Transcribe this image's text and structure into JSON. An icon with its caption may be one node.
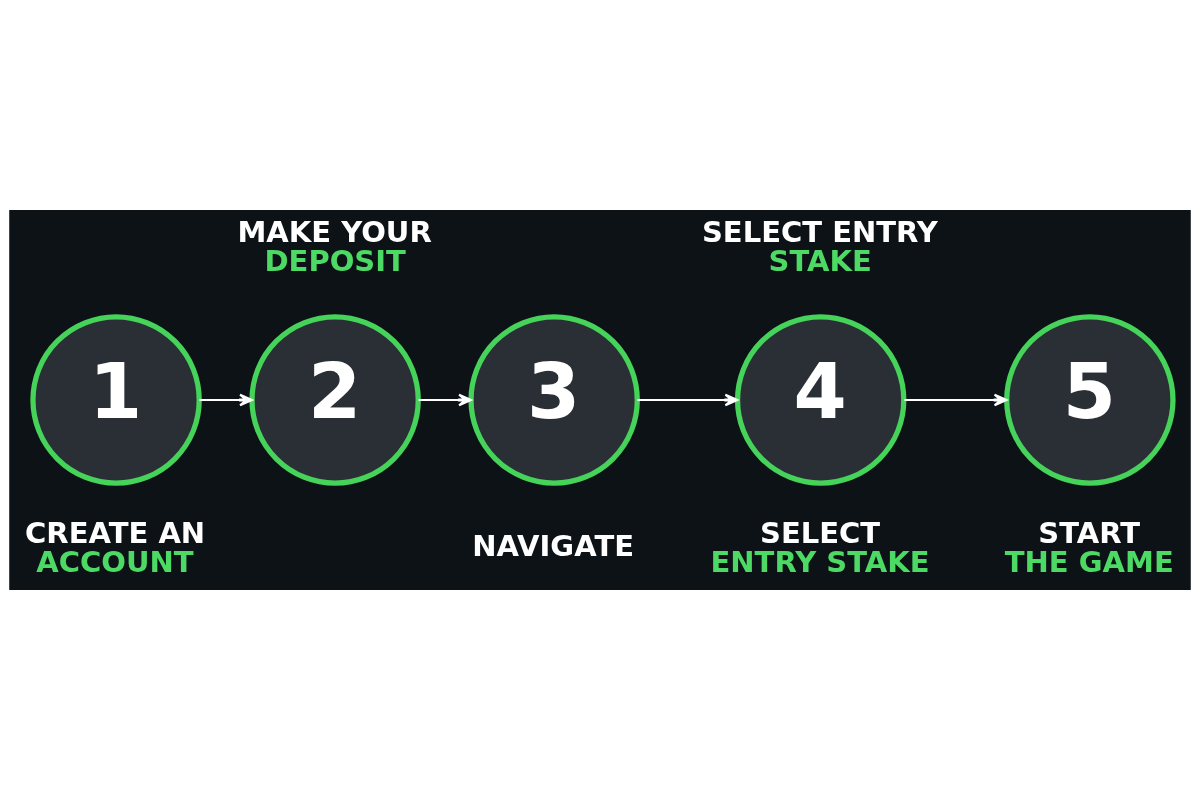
{
  "diagram": {
    "nodes": [
      {
        "text": [
          "1"
        ],
        "beside": [
          "CREATE AN ACCOUNT"
        ]
      },
      {
        "text": [
          "2"
        ],
        "beside": [
          "MAKE YOUR DEPOSIT"
        ]
      },
      {
        "text": [
          "3"
        ],
        "beside": [
          "NAVIGATE"
        ]
      },
      {
        "text": [
          "4"
        ],
        "beside": [
          "SELECT ENTRY STAKE",
          "SELECT ENTRY STAKE"
        ]
      },
      {
        "text": [
          "5"
        ],
        "beside": [
          "START THE GAME"
        ]
      }
    ],
    "edges": [
      {
        "from": 0,
        "to": 1,
        "arrow": "to"
      },
      {
        "from": 1,
        "to": 2,
        "arrow": "to"
      },
      {
        "from": 2,
        "to": 3,
        "arrow": "to"
      },
      {
        "from": 3,
        "to": 4,
        "arrow": "to"
      }
    ]
  }
}
